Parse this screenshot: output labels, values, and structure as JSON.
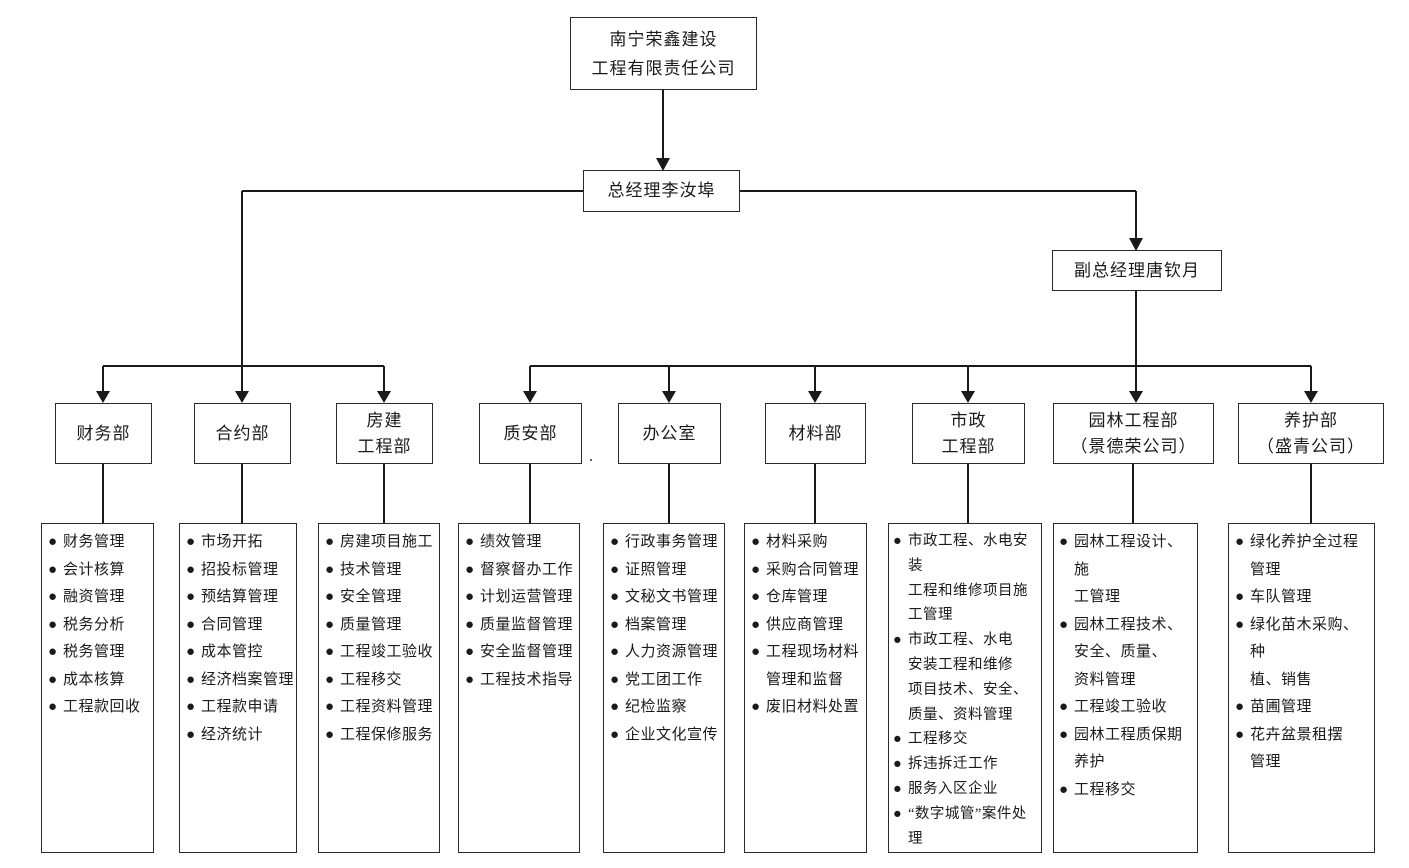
{
  "bullet": "●",
  "stray_mark": ".",
  "company": {
    "name": "南宁荣鑫建设\n工程有限责任公司"
  },
  "general_manager": {
    "title": "总经理李汝埠"
  },
  "deputy_general_manager": {
    "title": "副总经理唐钦月"
  },
  "departments": [
    {
      "name": "财务部",
      "duties": [
        "财务管理",
        "会计核算",
        "融资管理",
        "税务分析",
        "税务管理",
        "成本核算",
        "工程款回收"
      ]
    },
    {
      "name": "合约部",
      "duties": [
        "市场开拓",
        "招投标管理",
        "预结算管理",
        "合同管理",
        "成本管控",
        "经济档案管理",
        "工程款申请",
        "经济统计"
      ]
    },
    {
      "name": "房建\n工程部",
      "duties": [
        "房建项目施工",
        "技术管理",
        "安全管理",
        "质量管理",
        "工程竣工验收",
        "工程移交",
        "工程资料管理",
        "工程保修服务"
      ]
    },
    {
      "name": "质安部",
      "duties": [
        "绩效管理",
        "督察督办工作",
        "计划运营管理",
        "质量监督管理",
        "安全监督管理",
        "工程技术指导"
      ]
    },
    {
      "name": "办公室",
      "duties": [
        "行政事务管理",
        "证照管理",
        "文秘文书管理",
        "档案管理",
        "人力资源管理",
        "党工团工作",
        "纪检监察",
        "企业文化宣传"
      ]
    },
    {
      "name": "材料部",
      "duties": [
        "材料采购",
        "采购合同管理",
        "仓库管理",
        "供应商管理",
        "工程现场材料\n管理和监督",
        "废旧材料处置"
      ]
    },
    {
      "name": "市政\n工程部",
      "duties": [
        "市政工程、水电安装\n工程和维修项目施\n工管理",
        "市政工程、水电\n安装工程和维修\n项目技术、安全、\n质量、资料管理",
        "工程移交",
        "拆违拆迁工作",
        "服务入区企业",
        "“数字城管”案件处\n理"
      ]
    },
    {
      "name": "园林工程部\n（景德荣公司）",
      "duties": [
        "园林工程设计、施\n工管理",
        "园林工程技术、\n安全、质量、\n资料管理",
        "工程竣工验收",
        "园林工程质保期\n养护",
        "工程移交"
      ]
    },
    {
      "name": "养护部\n（盛青公司）",
      "duties": [
        "绿化养护全过程\n管理",
        "车队管理",
        "绿化苗木采购、种\n植、销售",
        "苗圃管理",
        "花卉盆景租摆\n管理"
      ]
    }
  ]
}
